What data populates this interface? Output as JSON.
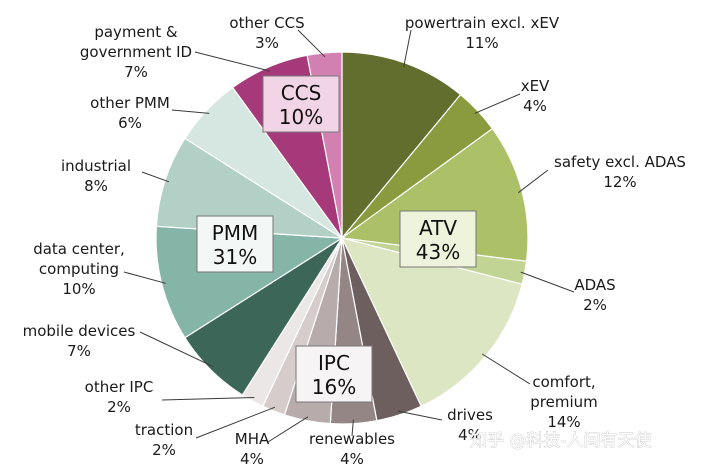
{
  "chart_data": {
    "type": "pie",
    "slices": [
      {
        "label": "powertrain excl. xEV",
        "pct": "11%",
        "value": 11,
        "color": "#616e2d"
      },
      {
        "label": "xEV",
        "pct": "4%",
        "value": 4,
        "color": "#8a9a3f"
      },
      {
        "label": "safety excl. ADAS",
        "pct": "12%",
        "value": 12,
        "color": "#abc067"
      },
      {
        "label": "ADAS",
        "pct": "2%",
        "value": 2,
        "color": "#c2d493"
      },
      {
        "label": "comfort, premium",
        "pct": "14%",
        "value": 14,
        "color": "#dde6c2"
      },
      {
        "label": "drives",
        "pct": "4%",
        "value": 4,
        "color": "#6e5f5f"
      },
      {
        "label": "renewables",
        "pct": "4%",
        "value": 4,
        "color": "#958686"
      },
      {
        "label": "MHA",
        "pct": "4%",
        "value": 4,
        "color": "#b8abab"
      },
      {
        "label": "traction",
        "pct": "2%",
        "value": 2,
        "color": "#d6cccc"
      },
      {
        "label": "other IPC",
        "pct": "2%",
        "value": 2,
        "color": "#ebe7e7"
      },
      {
        "label": "mobile devices",
        "pct": "7%",
        "value": 7,
        "color": "#3c6758"
      },
      {
        "label": "data center, computing",
        "pct": "10%",
        "value": 10,
        "color": "#84b5a6"
      },
      {
        "label": "industrial",
        "pct": "8%",
        "value": 8,
        "color": "#b3d0c7"
      },
      {
        "label": "other PMM",
        "pct": "6%",
        "value": 6,
        "color": "#d6e6e1"
      },
      {
        "label": "payment & government ID",
        "pct": "7%",
        "value": 7,
        "color": "#a6397a"
      },
      {
        "label": "other CCS",
        "pct": "3%",
        "value": 3,
        "color": "#d27fb2"
      }
    ],
    "groups": [
      {
        "name": "CCS",
        "pct": "10%",
        "bg": "#f1d4e5"
      },
      {
        "name": "ATV",
        "pct": "43%",
        "bg": "#eef3dc"
      },
      {
        "name": "PMM",
        "pct": "31%",
        "bg": "#f3f7f5"
      },
      {
        "name": "IPC",
        "pct": "16%",
        "bg": "#f6f4f4"
      }
    ]
  },
  "watermark": "知乎 @科技-人间有天使"
}
